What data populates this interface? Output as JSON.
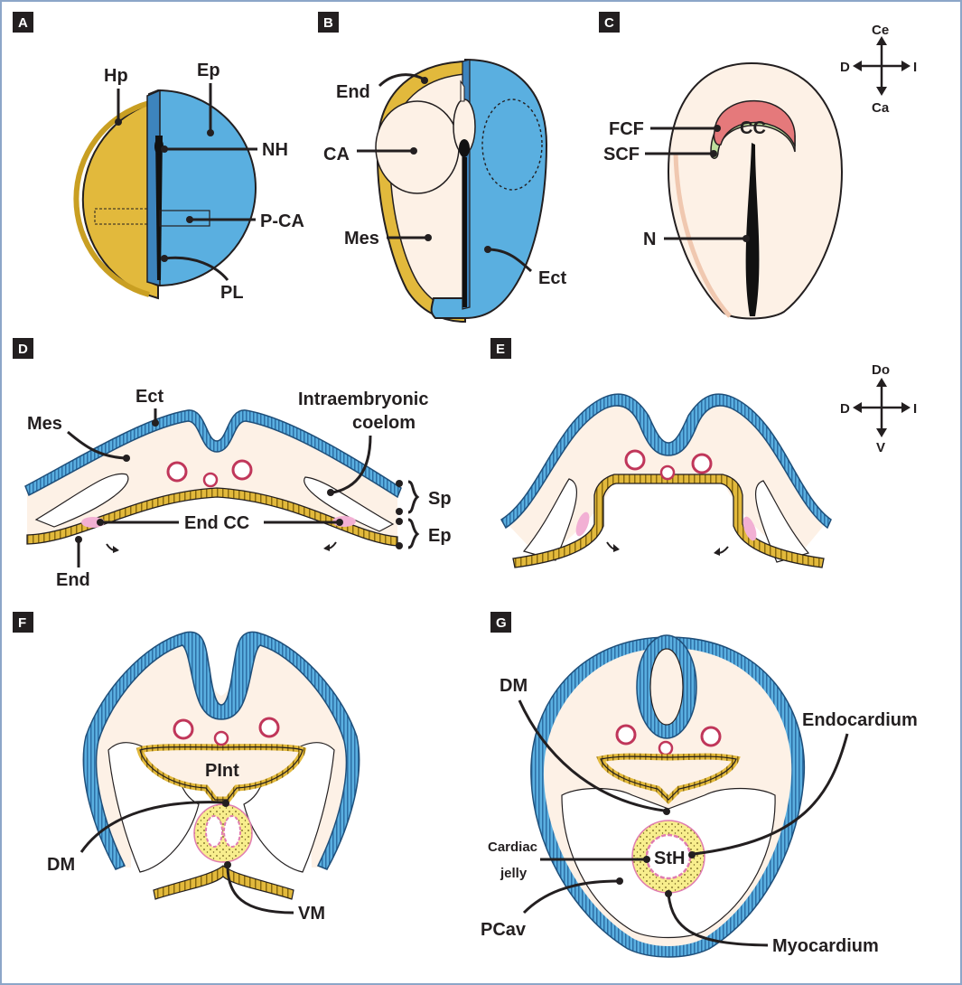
{
  "colors": {
    "hypoblast": "#e2b93c",
    "epiblast": "#5aafe0",
    "ectoderm_stripe": "#3d84bd",
    "mesoderm": "#fdf1e6",
    "endoderm": "#d9a923",
    "first_cardiac_field": "#e5797b",
    "second_cardiac_field": "#bfe09d",
    "cardiac_jelly": "#f8ee8d",
    "endocardium": "#e07cb0",
    "vessels": "#c0365a",
    "label": "#231f20",
    "border": "#8ca6c8"
  },
  "panels": {
    "A": {
      "letter": "A",
      "labels": {
        "hp": "Hp",
        "ep": "Ep",
        "nh": "NH",
        "pca": "P-CA",
        "pl": "PL"
      }
    },
    "B": {
      "letter": "B",
      "labels": {
        "end": "End",
        "ca": "CA",
        "mes": "Mes",
        "ect": "Ect"
      }
    },
    "C": {
      "letter": "C",
      "labels": {
        "fcf": "FCF",
        "scf": "SCF",
        "cc": "CC",
        "n": "N"
      },
      "axes": {
        "top": "Ce",
        "bottom": "Ca",
        "left": "D",
        "right": "I"
      }
    },
    "D": {
      "letter": "D",
      "labels": {
        "ect": "Ect",
        "mes": "Mes",
        "intra_line1": "Intraembryonic",
        "intra_line2": "coelom",
        "sp": "Sp",
        "ep": "Ep",
        "end_cc": "End CC",
        "end": "End"
      }
    },
    "E": {
      "letter": "E",
      "axes": {
        "top": "Do",
        "bottom": "V",
        "left": "D",
        "right": "I"
      }
    },
    "F": {
      "letter": "F",
      "labels": {
        "plnt": "PInt",
        "dm": "DM",
        "vm": "VM"
      }
    },
    "G": {
      "letter": "G",
      "labels": {
        "dm": "DM",
        "endocardium": "Endocardium",
        "cj_line1": "Cardiac",
        "cj_line2": "jelly",
        "sth": "StH",
        "pcav": "PCav",
        "myocardium": "Myocardium"
      }
    }
  }
}
